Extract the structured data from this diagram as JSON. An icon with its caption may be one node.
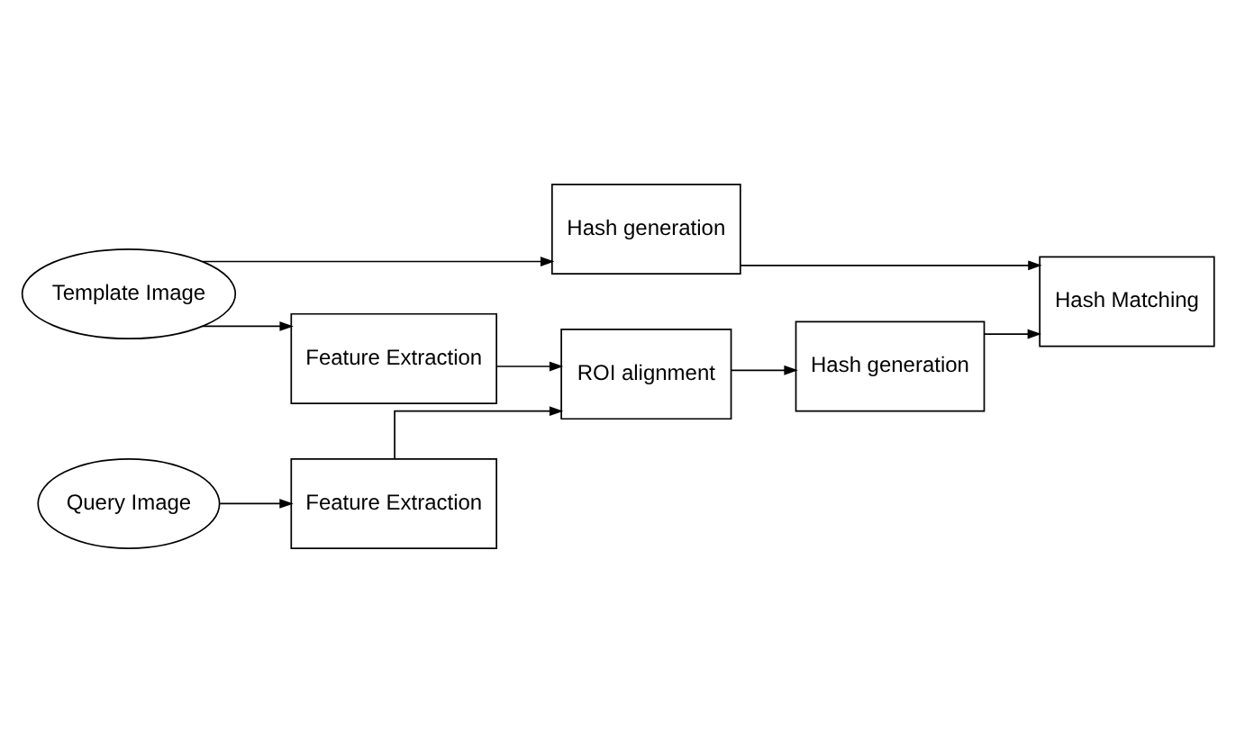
{
  "diagram": {
    "nodes": [
      {
        "text": [
          "Template Image"
        ]
      },
      {
        "text": [
          "Hash generation"
        ]
      },
      {
        "text": [
          "Feature Extraction"
        ]
      },
      {
        "text": [
          "Hash Matching"
        ]
      },
      {
        "text": [
          "Query Image"
        ]
      },
      {
        "text": [
          "Feature Extraction"
        ]
      },
      {
        "text": [
          "ROI alignment"
        ]
      },
      {
        "text": [
          "Hash generation"
        ]
      }
    ],
    "edges": [
      {
        "from": 0,
        "to": 1,
        "arrow": "to"
      },
      {
        "from": 0,
        "to": 2,
        "arrow": "to"
      },
      {
        "from": 1,
        "to": 3,
        "arrow": "to"
      },
      {
        "from": 2,
        "to": 6,
        "arrow": "to"
      },
      {
        "from": 4,
        "to": 5,
        "arrow": "to"
      },
      {
        "from": 5,
        "to": 6,
        "arrow": "to"
      },
      {
        "from": 6,
        "to": 7,
        "arrow": "to"
      },
      {
        "from": 7,
        "to": 3,
        "arrow": "to"
      }
    ]
  }
}
